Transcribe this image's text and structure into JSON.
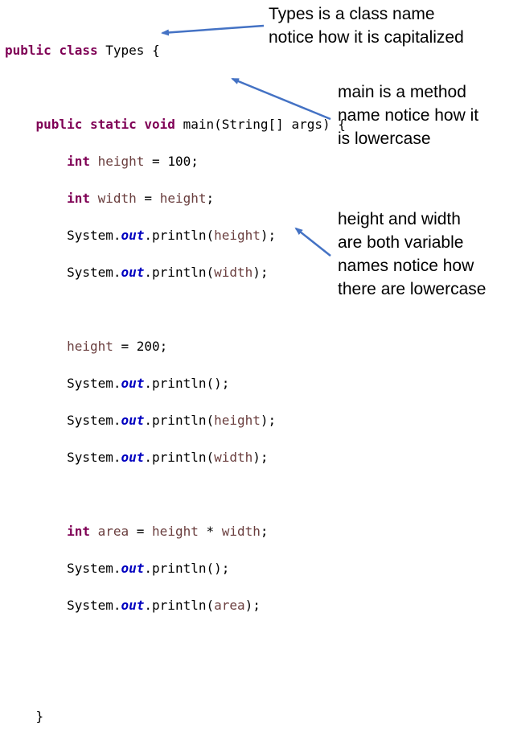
{
  "code": {
    "kw_public": "public",
    "kw_class": "class",
    "kw_static": "static",
    "kw_void": "void",
    "kw_int": "int",
    "class_name": "Types",
    "open_brace": "{",
    "close_brace": "}",
    "method_name": "main",
    "params": "(String[] args) {",
    "var_height": "height",
    "var_width": "width",
    "var_area": "area",
    "system_prefix": "System.",
    "out_field": "out",
    "println_call": ".println(",
    "println_empty": ".println();",
    "call_close": ");",
    "assign_op": " = ",
    "multiply_op": " * ",
    "semicolon": ";",
    "value_100": "100",
    "value_200": "200"
  },
  "notes": {
    "class_note": [
      "Types is a class name",
      "notice how it is capitalized"
    ],
    "method_note": [
      "main is a method",
      "name notice how it",
      "is lowercase"
    ],
    "variable_note": [
      "height and width",
      "are both variable",
      "names notice how",
      "there are lowercase"
    ]
  },
  "colors": {
    "keyword": "#7f0055",
    "variable": "#6a3e3e",
    "field": "#0000c0",
    "arrow": "#4472c4"
  }
}
